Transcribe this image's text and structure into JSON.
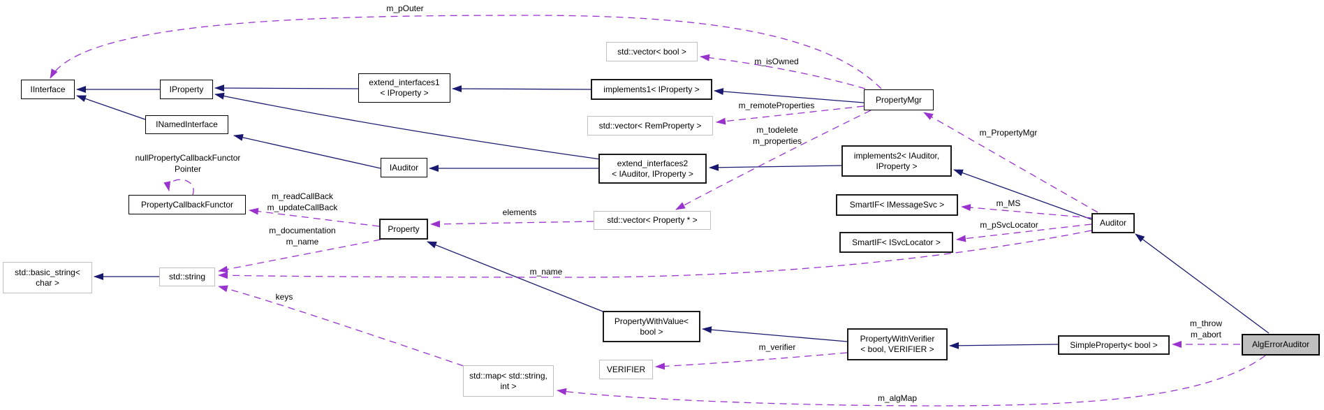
{
  "diagram": {
    "type": "collaboration-graph",
    "main_class": "AlgErrorAuditor",
    "colors": {
      "inheritance_edge": "#191970",
      "usage_edge": "#9a32cd",
      "node_border": "#000000",
      "external_node_border": "#bfbfbf",
      "main_node_fill": "#bfbfbf",
      "node_fill": "#ffffff"
    }
  },
  "nodes": {
    "iinterface": {
      "label": "IInterface"
    },
    "iproperty": {
      "label": "IProperty"
    },
    "inamedinterface": {
      "label": "INamedInterface"
    },
    "extend_interfaces1": {
      "label": "extend_interfaces1\n< IProperty >"
    },
    "implements1": {
      "label": "implements1< IProperty >"
    },
    "vector_bool": {
      "label": "std::vector< bool >"
    },
    "vector_remproperty": {
      "label": "std::vector< RemProperty >"
    },
    "iauditor": {
      "label": "IAuditor"
    },
    "extend_interfaces2": {
      "label": "extend_interfaces2\n< IAuditor, IProperty >"
    },
    "propertymgr": {
      "label": "PropertyMgr"
    },
    "implements2": {
      "label": "implements2< IAuditor,\nIProperty >"
    },
    "smartif_imessagesvc": {
      "label": "SmartIF< IMessageSvc >"
    },
    "smartif_isvclocator": {
      "label": "SmartIF< ISvcLocator >"
    },
    "auditor": {
      "label": "Auditor"
    },
    "propertycallbackfunctor": {
      "label": "PropertyCallbackFunctor"
    },
    "property": {
      "label": "Property"
    },
    "vector_property_ptr": {
      "label": "std::vector< Property * >"
    },
    "basic_string": {
      "label": "std::basic_string<\nchar >"
    },
    "std_string": {
      "label": "std::string"
    },
    "propertywithvalue": {
      "label": "PropertyWithValue<\nbool >"
    },
    "propertywithverifier": {
      "label": "PropertyWithVerifier\n< bool, VERIFIER >"
    },
    "verifier": {
      "label": "VERIFIER"
    },
    "simpleproperty": {
      "label": "SimpleProperty< bool >"
    },
    "std_map": {
      "label": "std::map< std::string,\nint >"
    },
    "algerrorauditor": {
      "label": "AlgErrorAuditor"
    }
  },
  "edge_labels": {
    "m_pouter": {
      "text": "m_pOuter"
    },
    "m_isowned": {
      "text": "m_isOwned"
    },
    "m_remoteproperties": {
      "text": "m_remoteProperties"
    },
    "m_todelete_props": {
      "text": "m_todelete\nm_properties"
    },
    "m_propertymgr": {
      "text": "m_PropertyMgr"
    },
    "m_ms": {
      "text": "m_MS"
    },
    "m_psvclocator": {
      "text": "m_pSvcLocator"
    },
    "m_name_auditor": {
      "text": "m_name"
    },
    "null_functor_ptr": {
      "text": "nullPropertyCallbackFunctor\nPointer"
    },
    "m_callbacks": {
      "text": "m_readCallBack\nm_updateCallBack"
    },
    "m_doc_name": {
      "text": "m_documentation\nm_name"
    },
    "elements": {
      "text": "elements"
    },
    "keys": {
      "text": "keys"
    },
    "m_verifier": {
      "text": "m_verifier"
    },
    "m_throw_abort": {
      "text": "m_throw\nm_abort"
    },
    "m_algmap": {
      "text": "m_algMap"
    }
  }
}
